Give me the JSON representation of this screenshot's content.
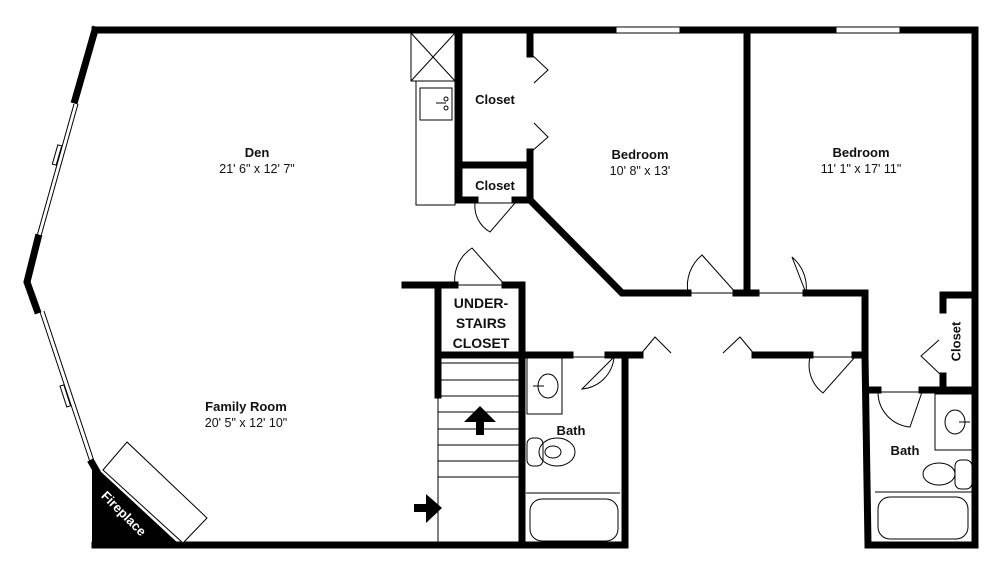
{
  "plan": {
    "rooms": [
      {
        "id": "den",
        "name": "Den",
        "dimensions": "21' 6\" x 12' 7\""
      },
      {
        "id": "family-room",
        "name": "Family Room",
        "dimensions": "20' 5\" x 12' 10\""
      },
      {
        "id": "bedroom-1",
        "name": "Bedroom",
        "dimensions": "10' 8\" x 13'"
      },
      {
        "id": "bedroom-2",
        "name": "Bedroom",
        "dimensions": "11' 1\" x 17' 11\""
      },
      {
        "id": "closet-1",
        "name": "Closet"
      },
      {
        "id": "closet-2",
        "name": "Closet"
      },
      {
        "id": "closet-3",
        "name": "Closet"
      },
      {
        "id": "understairs-closet",
        "name_lines": [
          "UNDER-",
          "STAIRS",
          "CLOSET"
        ]
      },
      {
        "id": "bath-1",
        "name": "Bath"
      },
      {
        "id": "bath-2",
        "name": "Bath"
      },
      {
        "id": "fireplace",
        "name": "Fireplace"
      }
    ],
    "colors": {
      "wall": "#000000",
      "background": "#ffffff",
      "fixture": "#555555"
    }
  }
}
